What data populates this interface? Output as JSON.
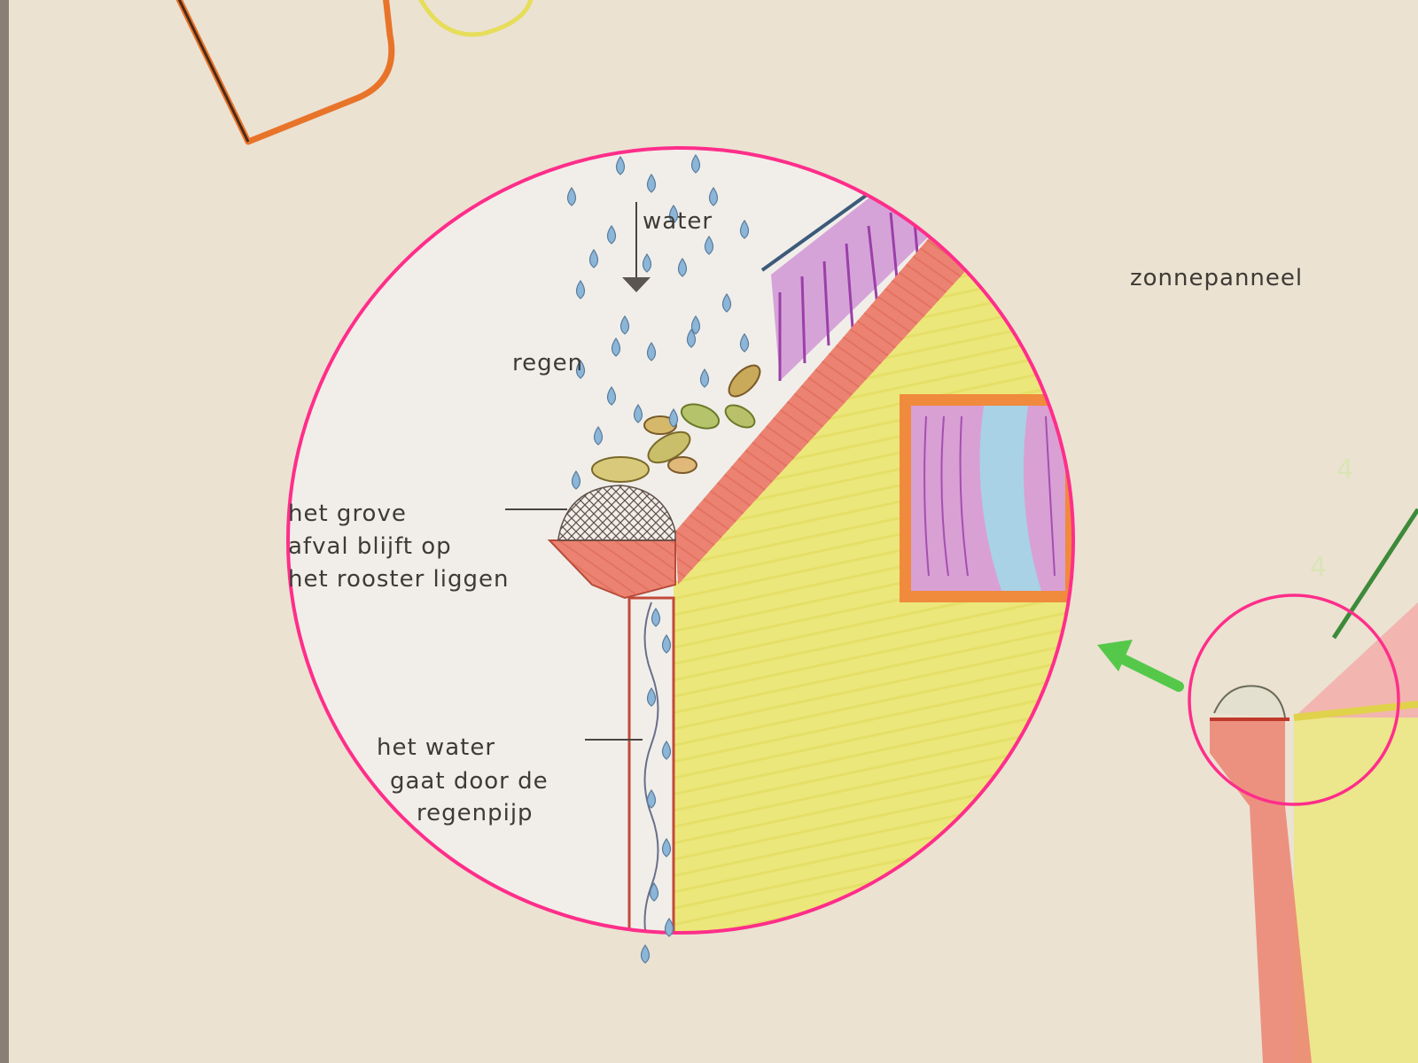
{
  "labels": {
    "water": "water",
    "regen": "regen",
    "zonnepanneel": "zonnepanneel",
    "grof_afval_line1": "het grove",
    "grof_afval_line2": "afval blijft op",
    "grof_afval_line3": "het rooster liggen",
    "water_pijp_line1": "het water",
    "water_pijp_line2": "gaat door de",
    "water_pijp_line3": "regenpijp"
  },
  "colors": {
    "paper": "#ebe2d2",
    "circle_outline": "#ff2e8a",
    "wall_yellow": "#ece77a",
    "roof_red": "#ec8372",
    "roof_purple": "#d6a3d9",
    "raindrop_blue": "#8cb6d8",
    "window_frame": "#f08a3c",
    "curtain_purple": "#d9a0d4",
    "window_glass": "#a9d2e6",
    "arrow_green": "#55c84a",
    "title_orange": "#e8742a",
    "title_yellow": "#e6dd5a"
  },
  "icons": [
    "raindrop-icon",
    "leaf-icon",
    "green-arrow-icon"
  ]
}
